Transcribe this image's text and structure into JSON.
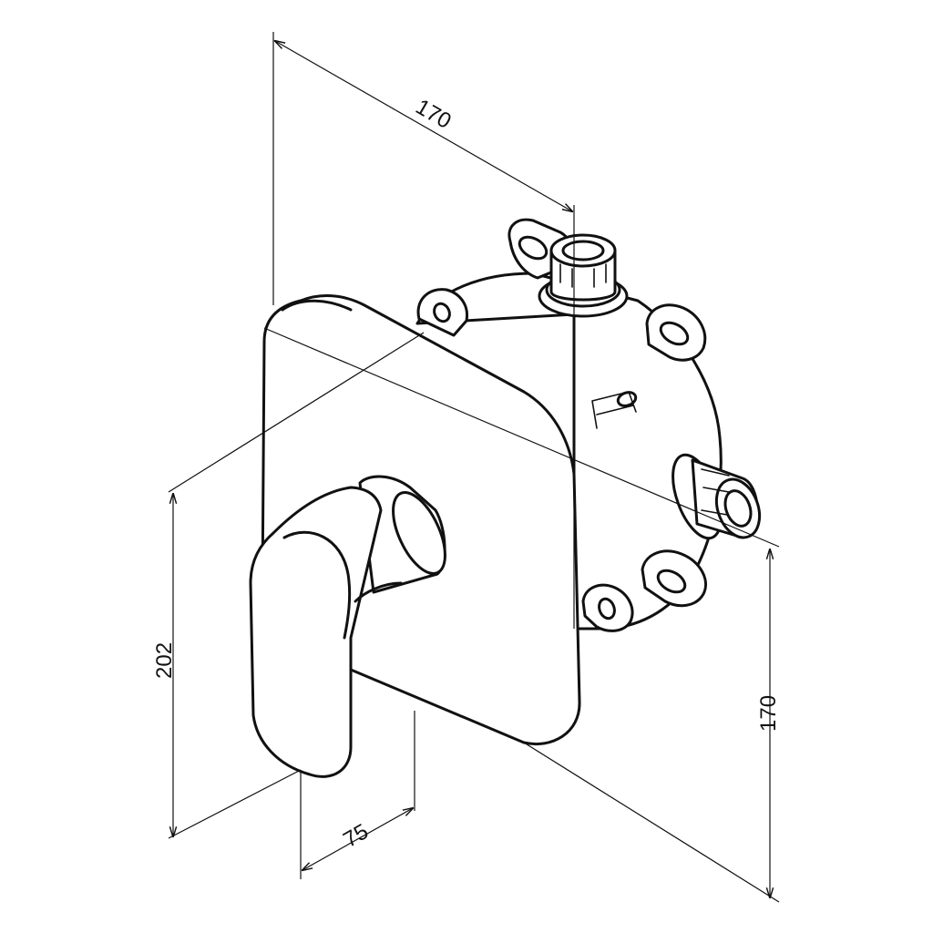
{
  "dimensions": {
    "top_width": "170",
    "right_height": "170",
    "left_height": "202",
    "depth": "75"
  }
}
